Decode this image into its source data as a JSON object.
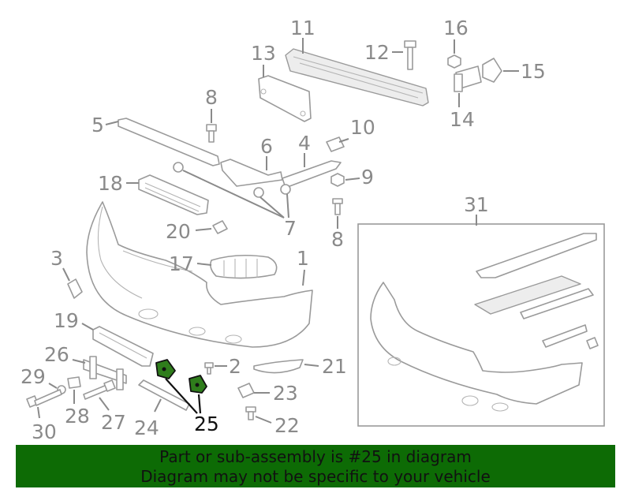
{
  "diagram": {
    "callouts": {
      "c1": "1",
      "c2": "2",
      "c3": "3",
      "c4": "4",
      "c5": "5",
      "c6": "6",
      "c7": "7",
      "c8a": "8",
      "c8b": "8",
      "c9": "9",
      "c10": "10",
      "c11": "11",
      "c12": "12",
      "c13": "13",
      "c14": "14",
      "c15": "15",
      "c16": "16",
      "c17": "17",
      "c18": "18",
      "c19": "19",
      "c20": "20",
      "c21": "21",
      "c22": "22",
      "c23": "23",
      "c24": "24",
      "c25": "25",
      "c26": "26",
      "c27": "27",
      "c28": "28",
      "c29": "29",
      "c30": "30",
      "c31": "31"
    },
    "highlighted_part": "25",
    "highlight_color": "#2f7d1c"
  },
  "banner": {
    "line1": "Part or sub-assembly is #25 in diagram",
    "line2": "Diagram may not be specific to your vehicle",
    "background": "#0d6b05"
  }
}
